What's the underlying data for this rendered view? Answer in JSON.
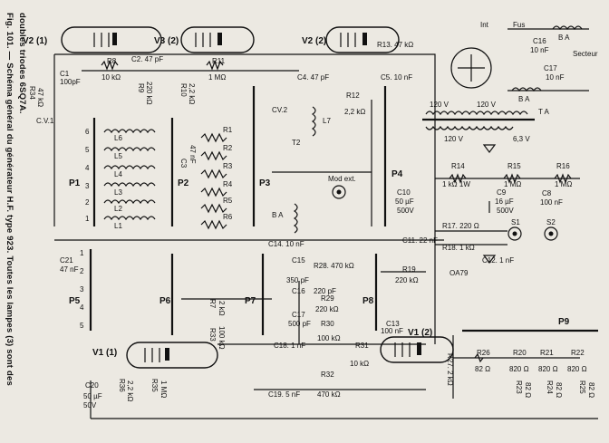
{
  "caption": {
    "line1": "Fig. 101. — Schéma général du générateur H.F. type 923. Toutes les lampes (3) sont des",
    "line2": "doubles triodes 6SQ7A."
  },
  "tubes": {
    "v2_1": "V2 (1)",
    "v3_2": "V3 (2)",
    "v2_2": "V2 (2)",
    "v1_1": "V1 (1)",
    "v1_2": "V1 (2)"
  },
  "switch_decks": {
    "p1": "P1",
    "p2": "P2",
    "p3": "P3",
    "p4": "P4",
    "p5": "P5",
    "p6": "P6",
    "p7": "P7",
    "p8": "P8",
    "p9": "P9"
  },
  "coils": {
    "l1": "L1",
    "l2": "L2",
    "l3": "L3",
    "l4": "L4",
    "l5": "L5",
    "l6": "L6",
    "l7": "L7",
    "ba_mod": "B A",
    "ba_sector": "B A",
    "ba_filter": "B A",
    "ta": "T A"
  },
  "resistors": {
    "r1": "R1",
    "r2": "R2",
    "r3": "R3",
    "r4": "R4",
    "r5": "R5",
    "r6": "R6",
    "r8": "R8",
    "r8v": "10 kΩ",
    "r9": "R9",
    "r9v": "220 kΩ",
    "r10": "R10",
    "r10v": "2,2 kΩ",
    "r11": "R11",
    "r11v": "1 MΩ",
    "r12": "R12",
    "r12v": "2,2 kΩ",
    "r13": "R13. 47 kΩ",
    "r14": "R14",
    "r14v": "1 kΩ 1W",
    "r15": "R15",
    "r15v": "1 MΩ",
    "r16": "R16",
    "r16v": "1 MΩ",
    "r17": "R17. 220 Ω",
    "r18": "R18. 1 kΩ",
    "r19": "R19",
    "r19v": "220 kΩ",
    "r20": "R20",
    "r20v": "820 Ω",
    "r21": "R21",
    "r21v": "820 Ω",
    "r22": "R22",
    "r22v": "820 Ω",
    "r23": "R23",
    "r23v": "82 Ω",
    "r24": "R24",
    "r24v": "82 Ω",
    "r25": "R25",
    "r25v": "82 Ω",
    "r26": "R26",
    "r26v": "82 Ω",
    "r27": "R27. 2 kΩ",
    "r28": "R28. 470 kΩ",
    "r29": "R29",
    "r29v": "220 kΩ",
    "r30": "R30",
    "r30v": "100 kΩ",
    "r31": "R31",
    "r31v": "10 kΩ",
    "r32": "R32",
    "r32v": "470 kΩ",
    "r33": "R33",
    "r33v": "100 kΩ",
    "r34": "R34",
    "r34v": "47 kΩ",
    "r35": "R35",
    "r35v": "1 MΩ",
    "r36": "R36",
    "r36v": "2,2 kΩ",
    "r7": "R7",
    "r7v": "2 kΩ"
  },
  "capacitors": {
    "c1": "C1",
    "c1v": "100pF",
    "c2": "C2. 47 pF",
    "c3": "C3",
    "c3v": "47 nF",
    "c4": "C4. 47 pF",
    "c5": "C5. 10 nF",
    "c8": "C8",
    "c8v": "100 nF",
    "c9": "C9",
    "c9v": "16 µF",
    "c9v2": "500V",
    "c10": "C10",
    "c10v": "50 µF",
    "c10v2": "500V",
    "c11": "C11. 22 nF",
    "c12": "C12. 1 nF",
    "c13": "C13",
    "c13v": "100 nF",
    "c14": "C14. 10 nF",
    "c15": "C15",
    "c15v": "350 pF",
    "c16": "C16",
    "c16v": "220 pF",
    "c16s": "C16",
    "c16sv": "10 nF",
    "c17": "C17",
    "c17v": "500 pF",
    "c17s": "C17",
    "c17sv": "10 nF",
    "c18": "C18. 1 nF",
    "c19": "C19. 5 nF",
    "c20": "C20",
    "c20v": "50 µF",
    "c20v2": "50V",
    "c21": "C21",
    "c21v": "47 nF",
    "cv1": "C.V.1",
    "cv2": "CV.2"
  },
  "misc": {
    "t2": "T2",
    "int": "Int",
    "fus": "Fus",
    "secteur": "Secteur",
    "mod_ext": "Mod ext.",
    "s1": "S1",
    "s2": "S2",
    "oa79": "OA79",
    "v120a": "120 V",
    "v120b": "120 V",
    "v63": "6,3 V"
  },
  "positions": {
    "p1": [
      "1",
      "2",
      "3",
      "4",
      "5",
      "6"
    ],
    "p5": [
      "1",
      "2",
      "3",
      "4",
      "5"
    ]
  }
}
